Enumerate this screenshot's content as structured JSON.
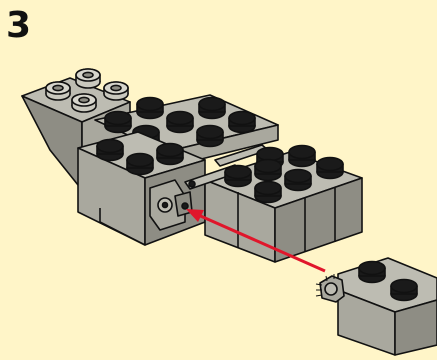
{
  "step": {
    "number": "3"
  },
  "colors": {
    "background": "#FFF5C8",
    "brick_face": "#A9A89E",
    "brick_side": "#8E8D84",
    "brick_top": "#BDBCB2",
    "stud_dark": "#1A1A1A",
    "stud_light": "#C9C8BE",
    "arrow": "#E0162B",
    "outline": "#111111"
  },
  "parts": [
    {
      "name": "main-assembly"
    },
    {
      "name": "hinge-brick"
    }
  ]
}
